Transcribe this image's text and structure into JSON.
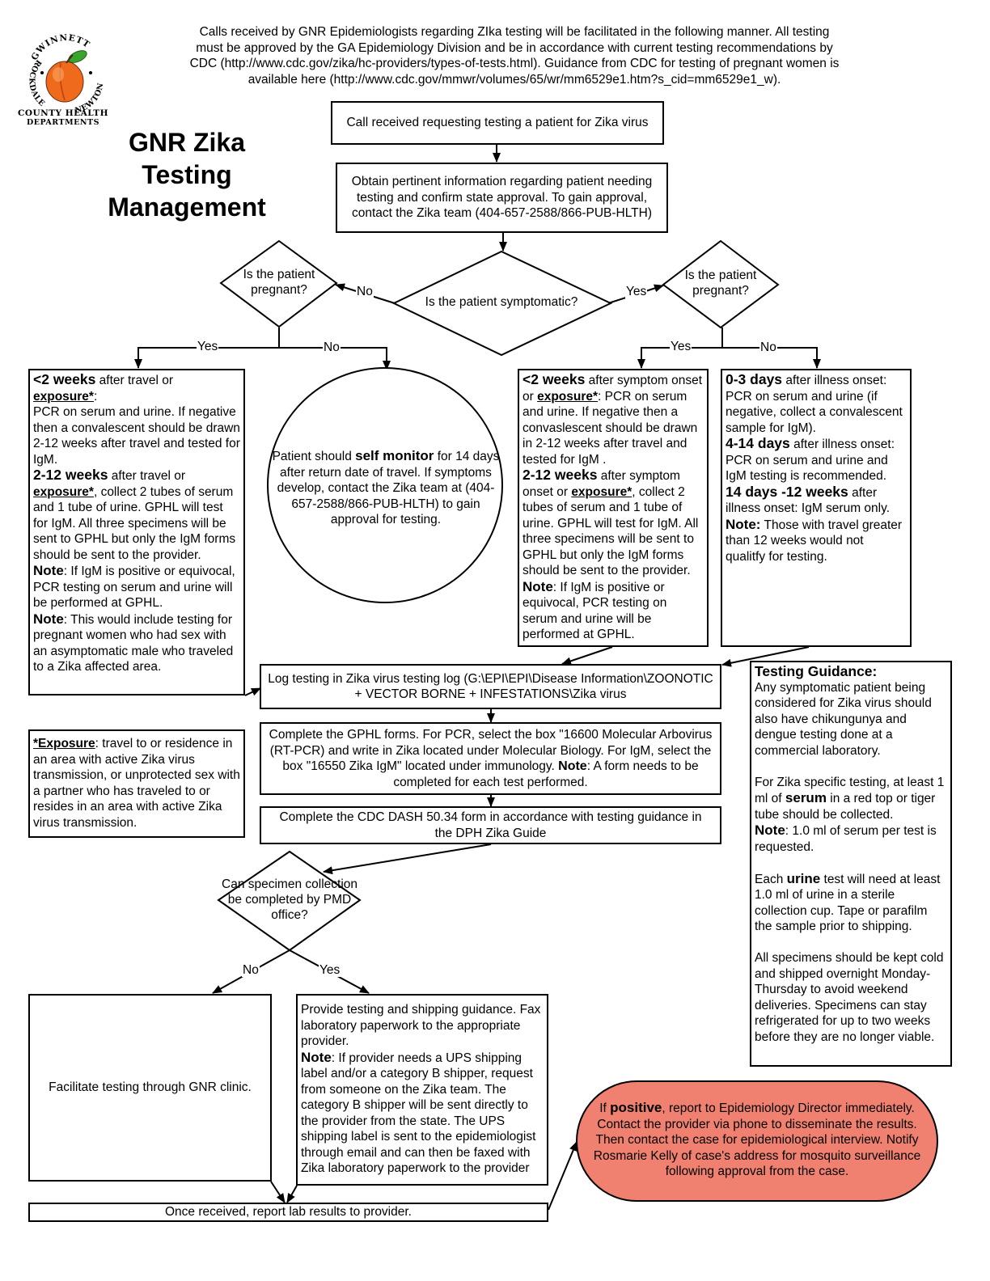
{
  "logo": {
    "arc_top": "GWINNETT",
    "arc_left": "ROCKDALE",
    "arc_right": "NEWTON",
    "caption_line1": "COUNTY HEALTH",
    "caption_line2": "DEPARTMENTS"
  },
  "intro_text": "Calls received by GNR Epidemiologists regarding ZIka testing will be facilitated in the following manner. All testing must be approved by the GA Epidemiology Division and be in accordance with current testing recommendations by CDC (http://www.cdc.gov/zika/hc-providers/types-of-tests.html). Guidance from CDC for testing of pregnant women is available here (http://www.cdc.gov/mmwr/volumes/65/wr/mm6529e1.htm?s_cid=mm6529e1_w).",
  "title": {
    "line1": "GNR Zika",
    "line2": "Testing",
    "line3": "Management"
  },
  "nodes": {
    "call_received": "Call received requesting testing a patient for Zika virus",
    "obtain_info": "Obtain pertinent information regarding patient needing testing and confirm state approval. To gain approval, contact the Zika team (404-657-2588/866-PUB-HLTH)",
    "symptomatic_q": "Is the patient symptomatic?",
    "pregnant_q_left": "Is the patient pregnant?",
    "pregnant_q_right": "Is the patient pregnant?",
    "self_monitor": {
      "pre": "Patient should ",
      "bold": "self monitor",
      "post": " for 14 days after return date of travel. If symptoms develop, contact the Zika team at (404-657-2588/866-PUB-HLTH) to gain approval for testing."
    },
    "asym_pregnant": {
      "h1": "<2 weeks",
      "t1a": " after travel or ",
      "e1": "exposure*",
      "t1b": ":",
      "t1c": "PCR on serum and urine. If negative then a convalescent should be drawn 2-12 weeks after travel and tested for IgM.",
      "h2": "2-12 weeks",
      "t2a": " after travel or ",
      "e2": "exposure*",
      "t2b": ", collect 2 tubes of serum and 1 tube of urine. GPHL will test for IgM. All three specimens will be sent to GPHL but only the IgM forms should be sent to the provider.",
      "n1": "Note",
      "t3": ": If IgM is positive or equivocal, PCR testing on serum and urine will be performed at GPHL.",
      "n2": "Note",
      "t4": ": This would include testing for pregnant women who had sex with an asymptomatic male who traveled to a Zika affected area."
    },
    "sym_pregnant": {
      "h1": "<2 weeks",
      "t1a": " after symptom onset or ",
      "e1": "exposure*",
      "t1b": ": PCR on serum and urine. If negative then a convaslescent should be drawn in 2-12 weeks after travel and tested for IgM .",
      "h2": "2-12 weeks",
      "t2a": " after symptom onset or ",
      "e2": "exposure*",
      "t2b": ", collect 2 tubes of serum and 1 tube of urine. GPHL will test for IgM. All three specimens will be sent to GPHL but only the IgM forms should be sent to the provider.",
      "n1": "Note",
      "t3": ": If IgM is positive or equivocal, PCR testing on serum and urine will be performed at GPHL."
    },
    "sym_not_pregnant": {
      "h1": "0-3 days",
      "t1": " after illness onset: PCR on serum and urine (if negative, collect a convalescent sample for IgM).",
      "h2": "4-14 days",
      "t2": " after illness onset: PCR on serum and urine and IgM testing is recommended.",
      "h3": "14 days -12 weeks",
      "t3": " after illness onset: IgM serum only.",
      "n1": "Note:",
      "t4": " Those with travel greater than 12 weeks would not qualitfy for testing."
    },
    "exposure_def": {
      "term": "*Exposure",
      "text": ": travel to or residence in an area with active Zika virus transmission, or unprotected sex with a partner who has traveled to or resides in an area with active Zika virus transmission."
    },
    "log_testing": "Log testing in Zika virus testing log (G:\\EPI\\EPI\\Disease Information\\ZOONOTIC + VECTOR BORNE + INFESTATIONS\\Zika virus",
    "gphl_forms": {
      "pre": "Complete the GPHL forms. For PCR, select the box \"16600 Molecular Arbovirus (RT-PCR) and write in Zika located under Molecular Biology. For IgM, select the box \"16550 Zika IgM\" located under immunology. ",
      "note": "Note",
      "post": ": A form needs to be completed for each test performed."
    },
    "cdc_dash": "Complete the CDC DASH 50.34 form in accordance with testing guidance in the DPH Zika Guide",
    "pmd_q": "Can specimen collection be completed by PMD office?",
    "gnr_clinic": "Facilitate testing through GNR clinic.",
    "provide_guidance": {
      "t1": "Provide testing and shipping guidance. Fax laboratory paperwork to the appropriate provider.",
      "note": "Note",
      "t2": ": If provider needs a UPS shipping label and/or a category B shipper, request from someone on the Zika team. The category B shipper will be sent directly to the provider from the state. The UPS shipping label is sent to the epidemiologist through email and can then be faxed with Zika laboratory paperwork to the provider"
    },
    "report_results": "Once received, report lab results to provider.",
    "positive": {
      "pre": "If ",
      "bold": "positive",
      "post": ", report to Epidemiology Director immediately. Contact the provider via phone to disseminate the results. Then contact the case for epidemiological interview. Notify Rosmarie Kelly of case's address for mosquito surveillance following approval from the case."
    }
  },
  "testing_guidance": {
    "title": "Testing Guidance:",
    "p1": "Any symptomatic patient being considered for Zika virus should also have chikungunya and dengue testing done at a commercial laboratory.",
    "p2a": "For Zika specific testing, at least 1 ml of ",
    "p2b": "serum",
    "p2c": " in a red top or tiger tube should be collected.",
    "p2note": "Note",
    "p2d": ": 1.0 ml of serum per test is requested.",
    "p3a": "Each ",
    "p3b": "urine",
    "p3c": " test will need at least 1.0 ml of urine in a sterile collection cup. Tape or parafilm the sample prior to shipping.",
    "p4": "All specimens should be kept cold and shipped overnight Monday-Thursday to avoid weekend deliveries. Specimens can stay refrigerated for up to two weeks before they are no longer viable."
  },
  "edge_labels": {
    "no_left": "No",
    "yes_right": "Yes",
    "yes_ll": "Yes",
    "no_lr": "No",
    "yes_rl": "Yes",
    "no_rr": "No",
    "no_pmd": "No",
    "yes_pmd": "Yes"
  },
  "colors": {
    "positive_fill": "#f08070",
    "logo_peach": "#f06a1e",
    "logo_leaf": "#3aa42e"
  }
}
